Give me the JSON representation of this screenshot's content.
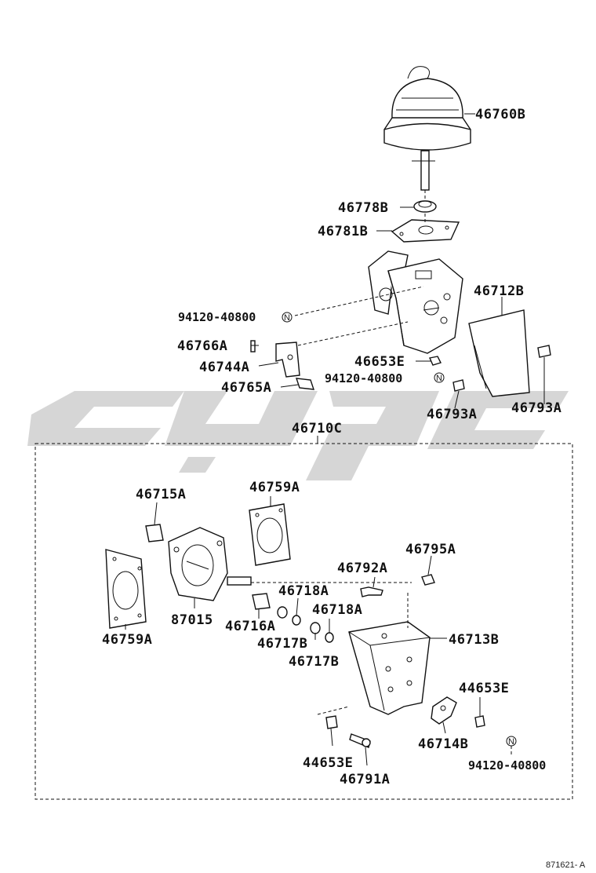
{
  "labels": {
    "l46760B": "46760B",
    "l46778B": "46778B",
    "l46781B": "46781B",
    "l46712B": "46712B",
    "l94120_a": "94120-40800",
    "l46766A": "46766A",
    "l46744A": "46744A",
    "l46653E_a": "46653E",
    "l94120_b": "94120-40800",
    "l46765A": "46765A",
    "l46793A_a": "46793A",
    "l46793A_b": "46793A",
    "l46710C": "46710C",
    "l46715A": "46715A",
    "l46759A_a": "46759A",
    "l46795A": "46795A",
    "l46792A": "46792A",
    "l46718A_a": "46718A",
    "l46718A_b": "46718A",
    "l87015": "87015",
    "l46716A": "46716A",
    "l46717B_a": "46717B",
    "l46717B_b": "46717B",
    "l46713B": "46713B",
    "l46759A_b": "46759A",
    "l44653E_b": "44653E",
    "l44653E_c": "44653E",
    "l46714B": "46714B",
    "l46791A": "46791A",
    "l94120_c": "94120-40800",
    "nut_symbol": "N"
  },
  "reference": "871621- A",
  "colors": {
    "line": "#111111",
    "watermark": "#c8c8c8",
    "background": "#ffffff"
  }
}
